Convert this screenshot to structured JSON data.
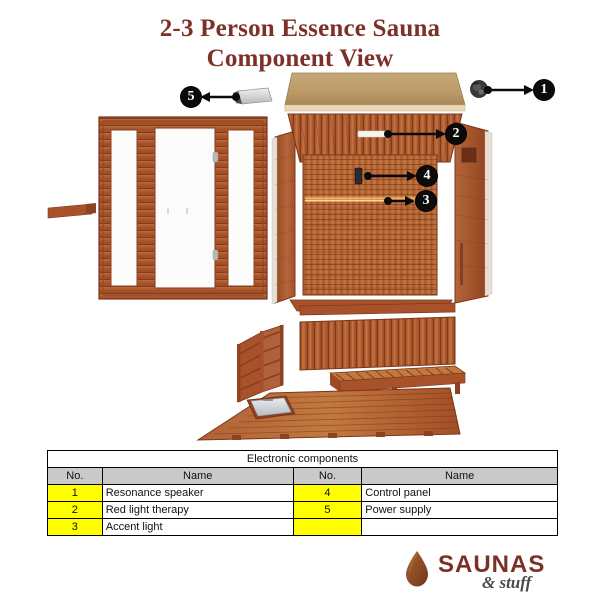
{
  "title": {
    "line1": "2-3 Person Essence Sauna",
    "line2": "Component View",
    "color": "#7c3028"
  },
  "callouts": [
    {
      "id": "1",
      "label": "1",
      "target": "resonance-speaker",
      "direction": "right"
    },
    {
      "id": "2",
      "label": "2",
      "target": "red-light-therapy",
      "direction": "right"
    },
    {
      "id": "3",
      "label": "3",
      "target": "accent-light",
      "direction": "right"
    },
    {
      "id": "4",
      "label": "4",
      "target": "control-panel",
      "direction": "right"
    },
    {
      "id": "5",
      "label": "5",
      "target": "power-supply",
      "direction": "left"
    }
  ],
  "table": {
    "caption": "Electronic components",
    "headers": [
      "No.",
      "Name",
      "No.",
      "Name"
    ],
    "rows": [
      {
        "no_left": "1",
        "name_left": "Resonance speaker",
        "no_right": "4",
        "name_right": "Control panel"
      },
      {
        "no_left": "2",
        "name_left": "Red light therapy",
        "no_right": "5",
        "name_right": "Power supply"
      },
      {
        "no_left": "3",
        "name_left": "Accent light",
        "no_right": "",
        "name_right": ""
      }
    ],
    "header_bg": "#c9c9c9",
    "number_bg": "#ffff00"
  },
  "logo": {
    "brand": "SAUNAS",
    "tagline": "& stuff",
    "brand_color": "#7c3028",
    "drop_color": "#8b4a24"
  },
  "parts": {
    "roof_panel": "roof-panel",
    "ceiling_panel": "ceiling-panel",
    "front_door_wall": "front-door-wall",
    "left_side_wall": "left-side-wall",
    "right_side_wall": "right-side-wall",
    "back_wall": "back-wall",
    "bench_backrest": "bench-backrest",
    "bench_front_panel": "bench-front-panel",
    "bench_seat": "bench-seat",
    "floor_panel": "floor-panel",
    "heater_tray": "heater-tray",
    "trim_strip": "trim-strip",
    "power_supply_brick": "power-supply-brick",
    "speaker_unit": "speaker-unit"
  },
  "colors": {
    "wood_light": "#c9763f",
    "wood_mid": "#a8522b",
    "wood_dark": "#7d3a1c",
    "roof_tan": "#c7a06a",
    "glass": "#fbfbfb",
    "accent_glow": "#ffb24d"
  }
}
